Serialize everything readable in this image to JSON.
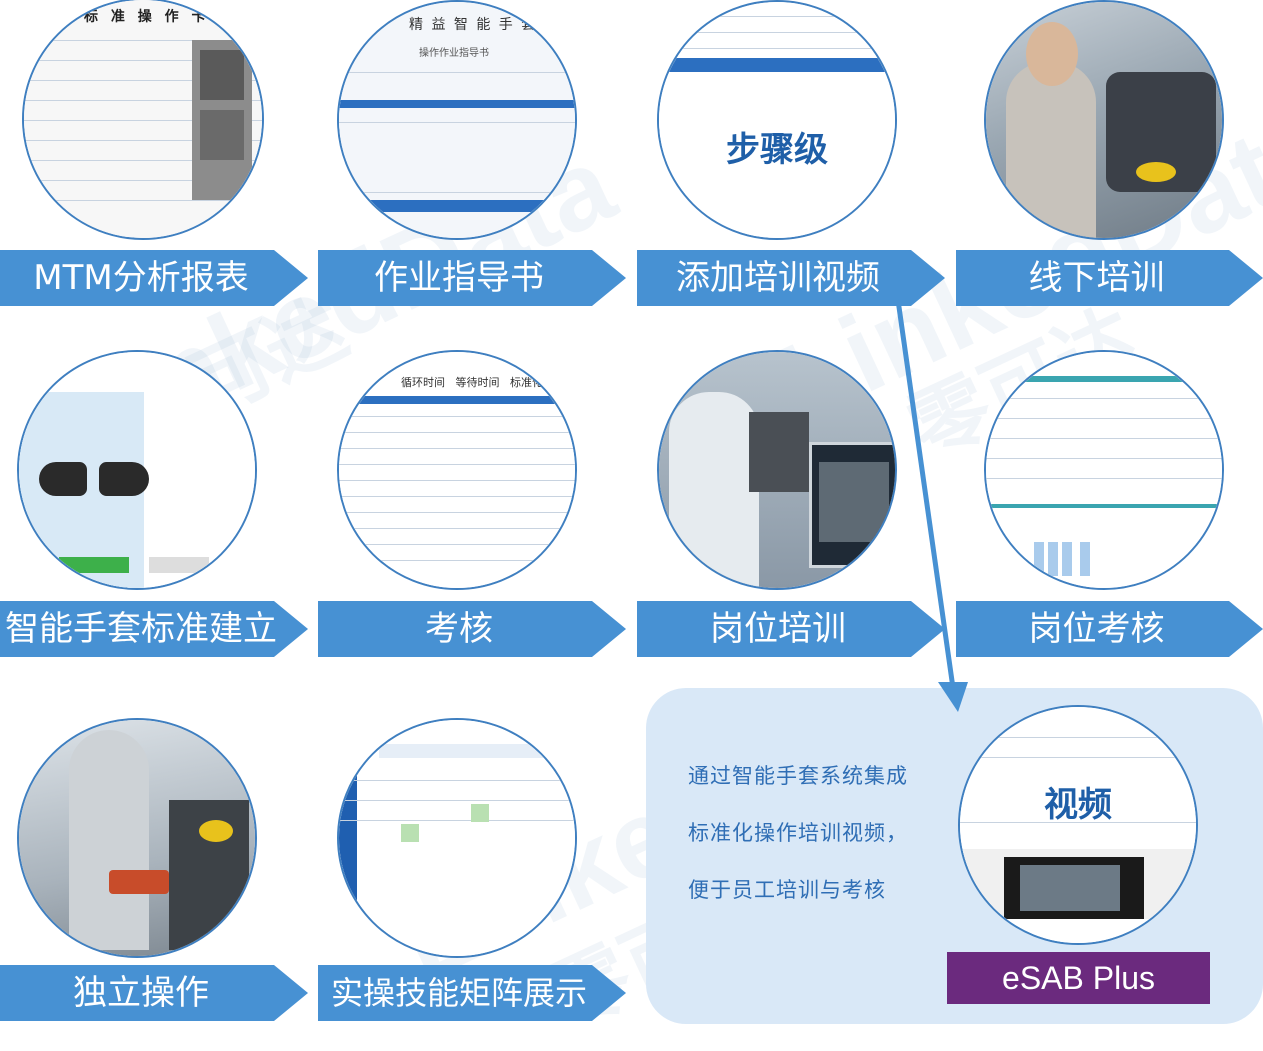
{
  "steps": [
    {
      "label": "MTM分析报表",
      "icon": "report-thumbnail"
    },
    {
      "label": "作业指导书",
      "icon": "instruction-thumbnail"
    },
    {
      "label": "添加培训视频",
      "icon": "video-list-thumbnail",
      "inner_text": "步骤级"
    },
    {
      "label": "线下培训",
      "icon": "offline-training-photo"
    },
    {
      "label": "智能手套标准建立",
      "icon": "glove-standard-thumbnail"
    },
    {
      "label": "考核",
      "icon": "assessment-table-thumbnail"
    },
    {
      "label": "岗位培训",
      "icon": "station-training-photo"
    },
    {
      "label": "岗位考核",
      "icon": "station-assessment-thumbnail"
    },
    {
      "label": "独立操作",
      "icon": "independent-operation-photo"
    },
    {
      "label": "实操技能矩阵展示",
      "icon": "skill-matrix-thumbnail"
    }
  ],
  "panel": {
    "description": "通过智能手套系统集成标准化操作培训视频，便于员工培训与考核",
    "video_label": "视频",
    "product_name": "eSAB Plus"
  },
  "watermark": {
    "en": "LinkedData",
    "cn": "零可达"
  },
  "colors": {
    "banner": "#4791d3",
    "circle_border": "#3f7fc0",
    "panel_bg": "#d9e8f7",
    "panel_text": "#2f6eb5",
    "product_bg": "#6b2a7e",
    "arrow": "#4791d3"
  }
}
